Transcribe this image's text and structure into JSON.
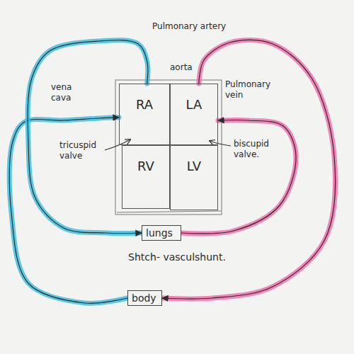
{
  "diagram": {
    "nodes": [
      {
        "text": [
          "RA"
        ]
      },
      {
        "text": [
          "LA"
        ]
      },
      {
        "text": [
          "RV"
        ]
      },
      {
        "text": [
          "LV"
        ]
      },
      {
        "text": [
          "lungs"
        ]
      },
      {
        "text": [
          "body"
        ]
      }
    ],
    "edges": [
      {
        "from": 5,
        "to": 0,
        "arrow": "to"
      },
      {
        "from": 0,
        "to": 4,
        "arrow": "to"
      },
      {
        "from": 4,
        "to": 1,
        "arrow": "to"
      },
      {
        "from": 1,
        "to": 5,
        "arrow": "to"
      }
    ],
    "labels": [
      "Pulmonary artery",
      "aorta",
      "vena cava",
      "Pulmonary vein",
      "tricuspid valve",
      "biscupid valve.",
      "Shtch- vasculshunt."
    ]
  }
}
